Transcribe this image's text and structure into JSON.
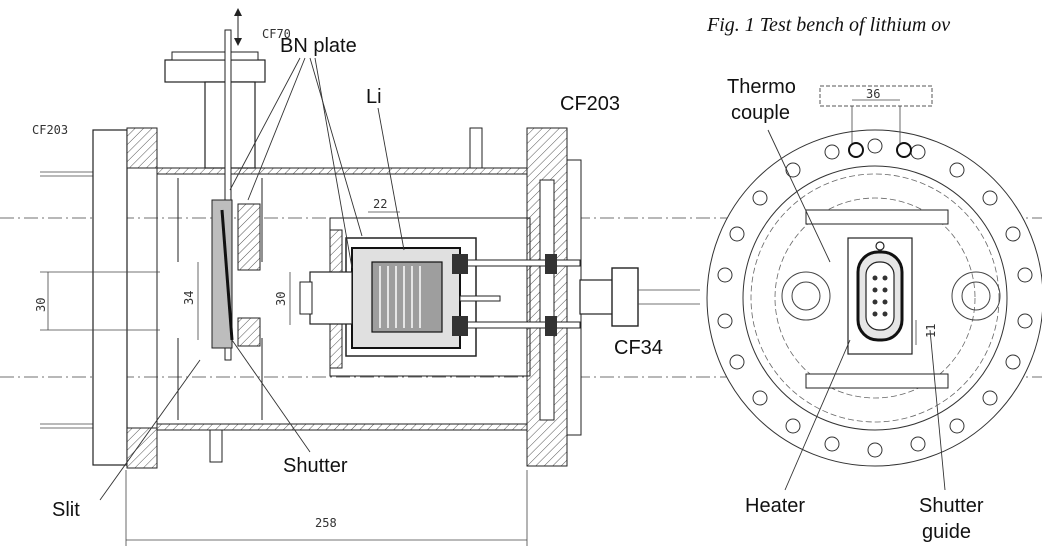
{
  "caption": "Fig. 1 Test bench of lithium ov",
  "labels": {
    "bn_plate": "BN plate",
    "li": "Li",
    "cf203_right": "CF203",
    "cf203_left": "CF203",
    "cf70": "CF70",
    "cf34": "CF34",
    "shutter": "Shutter",
    "slit": "Slit",
    "thermo": "Thermo",
    "couple": "couple",
    "heater": "Heater",
    "shutter_guide_1": "Shutter",
    "shutter_guide_2": "guide"
  },
  "dimensions": {
    "d258": "258",
    "d30_left": "30",
    "d34": "34",
    "d30_mid": "30",
    "d22": "22",
    "d36": "36",
    "d11": "11"
  }
}
